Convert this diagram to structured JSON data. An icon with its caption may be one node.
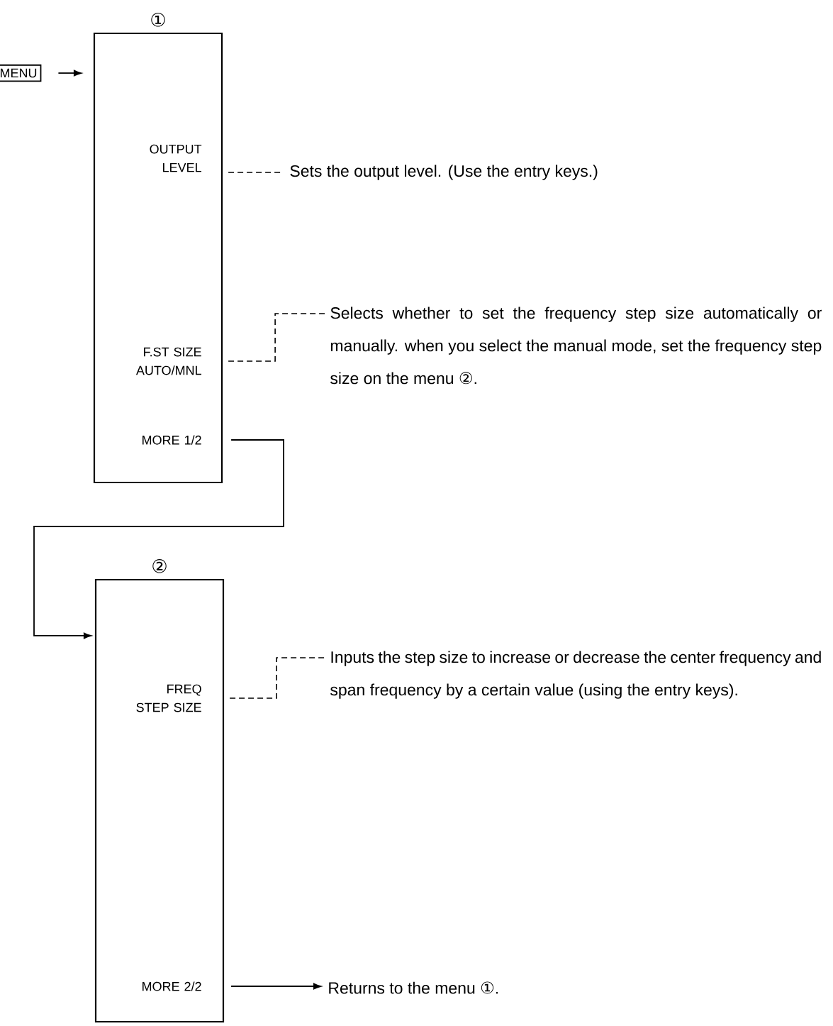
{
  "diagram": {
    "nodes": [
      {
        "text": [
          "①"
        ]
      },
      {
        "text": [
          "MENU"
        ]
      },
      {
        "text": [
          "OUTPUT LEVEL"
        ],
        "in": 0
      },
      {
        "text": [
          "F.ST SIZE AUTO/MNL"
        ],
        "in": 0
      },
      {
        "text": [
          "MORE 1/2"
        ],
        "in": 0
      },
      {
        "text": [
          "Sets the output level. (Use the entry keys.)"
        ]
      },
      {
        "text": [
          "Selects whether to set the frequency step size automatically or manually. when you select the manual mode, set the frequency step size on the menu ②."
        ]
      },
      {
        "text": [
          "②"
        ]
      },
      {
        "text": [
          "FREQ STEP SIZE"
        ],
        "in": 7
      },
      {
        "text": [
          "MORE 2/2"
        ],
        "in": 7
      },
      {
        "text": [
          "Inputs the step size to increase or decrease the center frequency and span frequency by a certain value (using the entry keys)."
        ]
      },
      {
        "text": [
          "Returns to the menu ①."
        ]
      }
    ],
    "edges": [
      {
        "from": 1,
        "to": 0,
        "arrow": "to"
      },
      {
        "from": 2,
        "to": 5,
        "arrow": "none",
        "style": "dashed"
      },
      {
        "from": 3,
        "to": 6,
        "arrow": "none",
        "style": "dashed"
      },
      {
        "from": 4,
        "to": 7,
        "arrow": "to"
      },
      {
        "from": 8,
        "to": 10,
        "arrow": "none",
        "style": "dashed"
      },
      {
        "from": 9,
        "to": 11,
        "arrow": "to"
      }
    ]
  }
}
